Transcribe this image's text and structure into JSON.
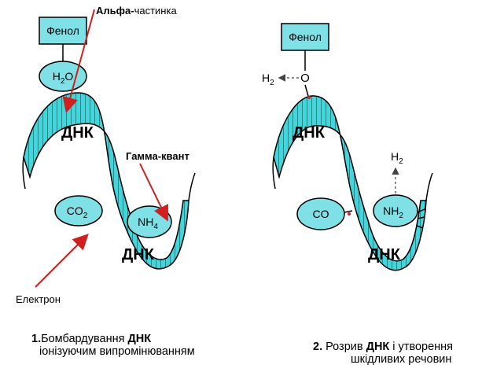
{
  "panel1": {
    "phenol": "Фенол",
    "h2o": {
      "main": "H",
      "sub": "2",
      "tail": "O"
    },
    "dna_top": "ДНК",
    "dna_bottom": "ДНК",
    "co2": {
      "main": "CO",
      "sub": "2"
    },
    "nh4": {
      "main": "NH",
      "sub": "4"
    },
    "alpha_bold": "Альфа-",
    "alpha_rest": "частинка",
    "gamma": "Гамма-квант",
    "electron": "Електрон",
    "caption_num": "1.",
    "caption_a": "Бомбардування",
    "caption_b": "ДНК",
    "caption_line2": "іонізуючим випромінюванням"
  },
  "panel2": {
    "phenol": "Фенол",
    "o": "O",
    "h2_left": {
      "main": "H",
      "sub": "2"
    },
    "h2_top": {
      "main": "H",
      "sub": "2"
    },
    "dna_top": "ДНК",
    "dna_bottom": "ДНК",
    "co": "CO",
    "nh2": {
      "main": "NH",
      "sub": "2"
    },
    "caption_num": "2.",
    "caption_a": "Розрив",
    "caption_b": "ДНК",
    "caption_c": "і утворення",
    "caption_line2": "шкідливих речовин"
  },
  "colors": {
    "dna": "#3fd6dc",
    "box": "#7fe0e6",
    "arrow": "#d01f1f"
  }
}
